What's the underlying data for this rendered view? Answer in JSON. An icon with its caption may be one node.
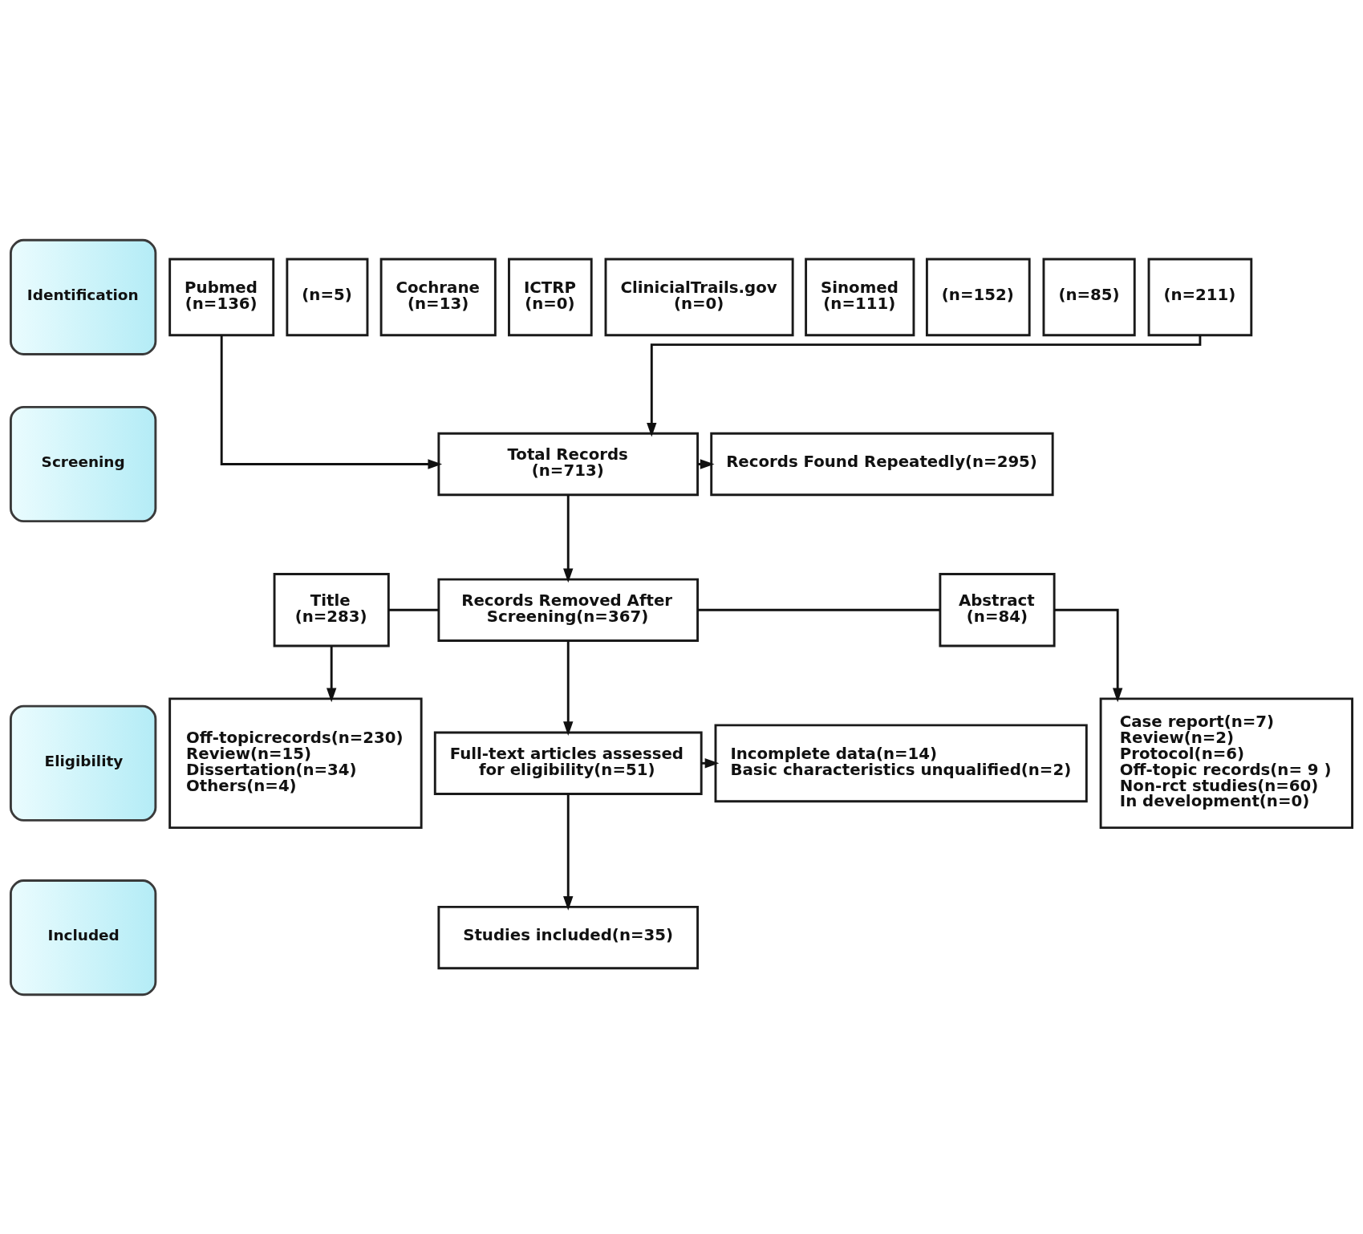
{
  "diagram": {
    "nodes": [
      {
        "text": [
          "Identification"
        ]
      },
      {
        "text": [
          "Screening"
        ]
      },
      {
        "text": [
          "Eligibility"
        ]
      },
      {
        "text": [
          "Included"
        ]
      },
      {
        "text": [
          "Pubmed (n=136)"
        ]
      },
      {
        "text": [
          "(n=5)"
        ]
      },
      {
        "text": [
          "Cochrane (n=13)"
        ]
      },
      {
        "text": [
          "ICTRP (n=0)"
        ]
      },
      {
        "text": [
          "ClinicialTrails.gov (n=0)"
        ]
      },
      {
        "text": [
          "Sinomed (n=111)"
        ]
      },
      {
        "text": [
          "(n=152)"
        ]
      },
      {
        "text": [
          "(n=85)"
        ]
      },
      {
        "text": [
          "(n=211)"
        ]
      },
      {
        "text": [
          "Total Records (n=713)"
        ]
      },
      {
        "text": [
          "Records Found Repeatedly(n=295)"
        ]
      },
      {
        "text": [
          "Records Removed After Screening(n=367)"
        ]
      },
      {
        "text": [
          "Title (n=283)"
        ]
      },
      {
        "text": [
          "Abstract (n=84)"
        ]
      },
      {
        "text": [
          "Off-topicrecords(n=230)",
          "Review(n=15)",
          "Dissertation(n=34)",
          "Others(n=4)"
        ]
      },
      {
        "text": [
          "Case report(n=7)",
          "Review(n=2)",
          "Protocol(n=6)",
          "Off-topic records(n= 9 )",
          "Non-rct studies(n=60)",
          "In development(n=0)"
        ]
      },
      {
        "text": [
          "Full-text articles assessed for eligibility(n=51)"
        ]
      },
      {
        "text": [
          "Incomplete data(n=14)",
          "Basic characteristics unqualified(n=2)"
        ]
      },
      {
        "text": [
          "Studies included(n=35)"
        ]
      }
    ],
    "edges": [
      {
        "from": 4,
        "to": 13,
        "arrow": "to"
      },
      {
        "from": 12,
        "to": 13,
        "arrow": "to"
      },
      {
        "from": 13,
        "to": 14,
        "arrow": "to"
      },
      {
        "from": 13,
        "to": 15,
        "arrow": "to"
      },
      {
        "from": 16,
        "to": 15,
        "arrow": "none"
      },
      {
        "from": 15,
        "to": 17,
        "arrow": "none"
      },
      {
        "from": 16,
        "to": 18,
        "arrow": "to"
      },
      {
        "from": 17,
        "to": 19,
        "arrow": "to"
      },
      {
        "from": 15,
        "to": 20,
        "arrow": "to"
      },
      {
        "from": 20,
        "to": 21,
        "arrow": "to"
      },
      {
        "from": 20,
        "to": 22,
        "arrow": "to"
      }
    ]
  }
}
